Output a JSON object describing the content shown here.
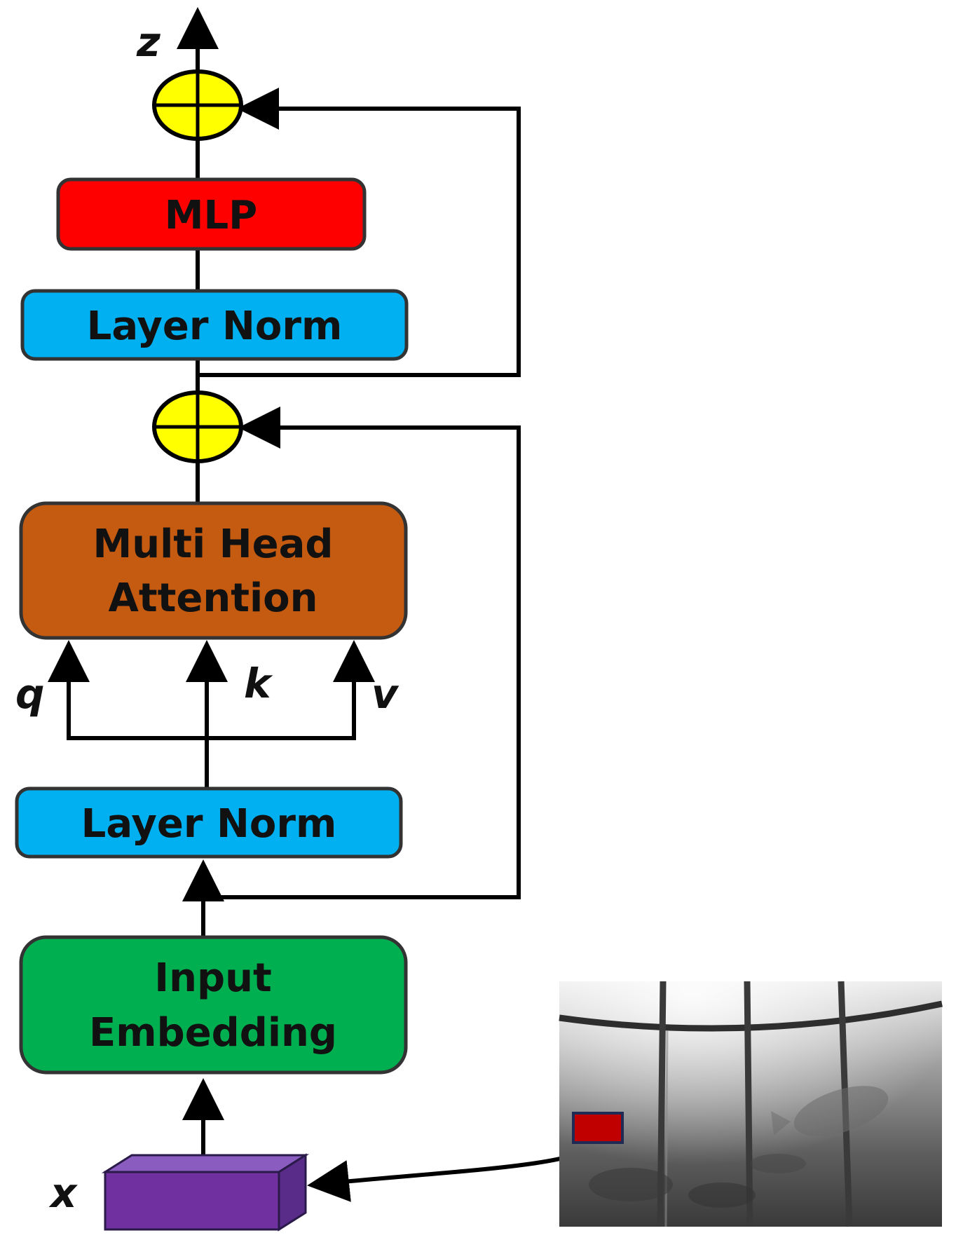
{
  "diagram": {
    "output_label": "z",
    "input_label": "x",
    "blocks": {
      "mlp": "MLP",
      "layer_norm_top": "Layer Norm",
      "mha_line1": "Multi Head",
      "mha_line2": "Attention",
      "layer_norm_bottom": "Layer Norm",
      "embedding_line1": "Input",
      "embedding_line2": "Embedding"
    },
    "attention_inputs": {
      "q": "q",
      "k": "k",
      "v": "v"
    }
  },
  "colors": {
    "mlp": "#ff0000",
    "layer_norm": "#00b0f0",
    "attention": "#c55a11",
    "embedding": "#00b050",
    "adder": "#ffff00",
    "token": "#7030a0",
    "patch": "#c00000",
    "line": "#000000"
  },
  "icons": {
    "adder": "circle-plus-icon",
    "token": "3d-box-icon"
  }
}
